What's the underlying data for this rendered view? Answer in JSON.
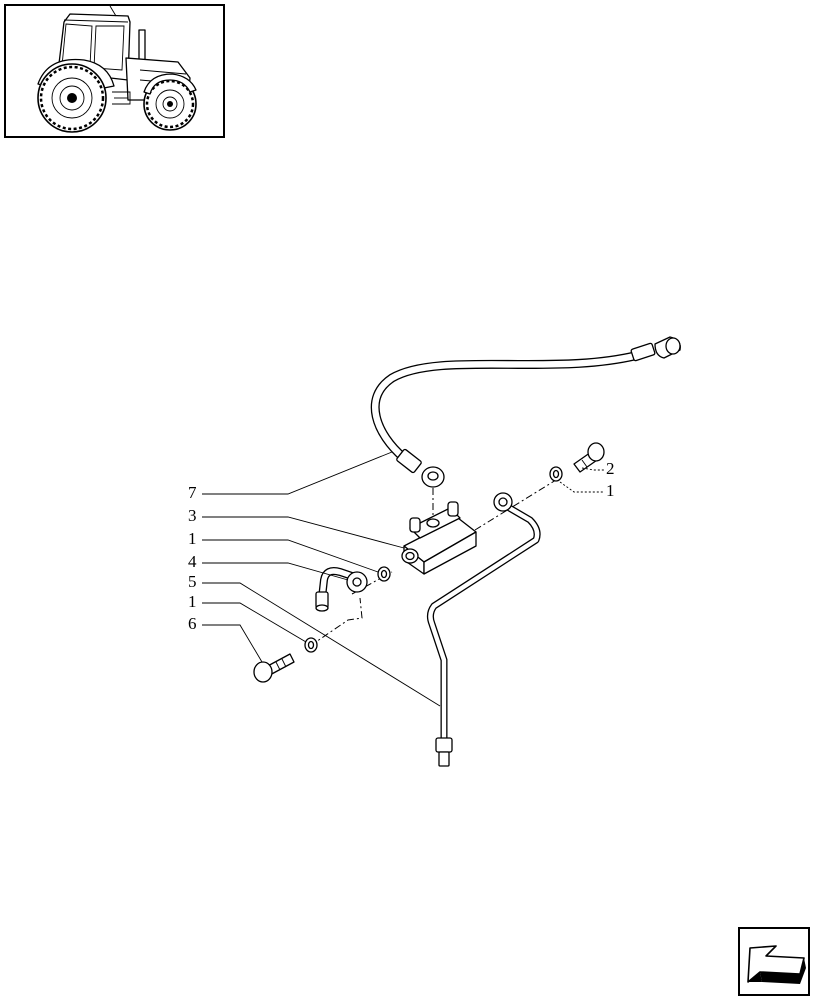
{
  "callouts": {
    "c7": "7",
    "c3": "3",
    "c1a": "1",
    "c4": "4",
    "c5": "5",
    "c1b": "1",
    "c6": "6",
    "c2": "2",
    "c1c": "1"
  }
}
